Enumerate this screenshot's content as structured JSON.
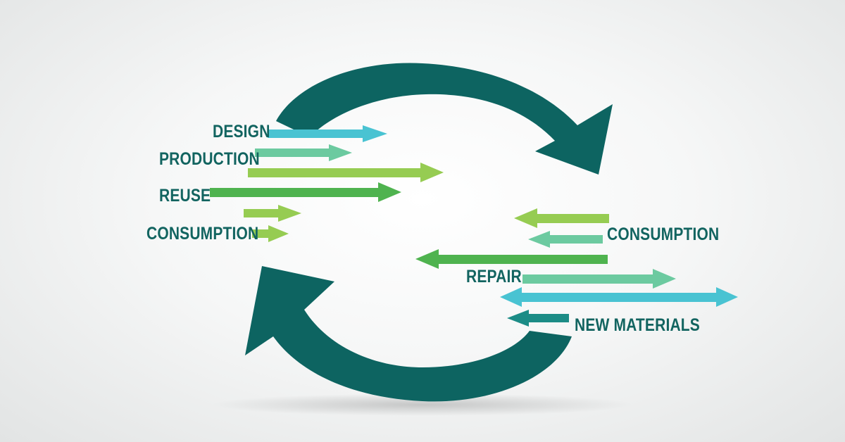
{
  "colors": {
    "cycle": "#0d6461",
    "cyan": "#49c3d2",
    "mint": "#6ccaa0",
    "lime": "#96cc52",
    "green": "#4fb34f",
    "teal": "#1c8c86",
    "label": "#126460"
  },
  "labels": {
    "design": "DESIGN",
    "production": "PRODUCTION",
    "reuse": "REUSE",
    "consumption_left": "CONSUMPTION",
    "consumption_right": "CONSUMPTION",
    "repair": "REPAIR",
    "new_materials": "NEW MATERIALS"
  }
}
